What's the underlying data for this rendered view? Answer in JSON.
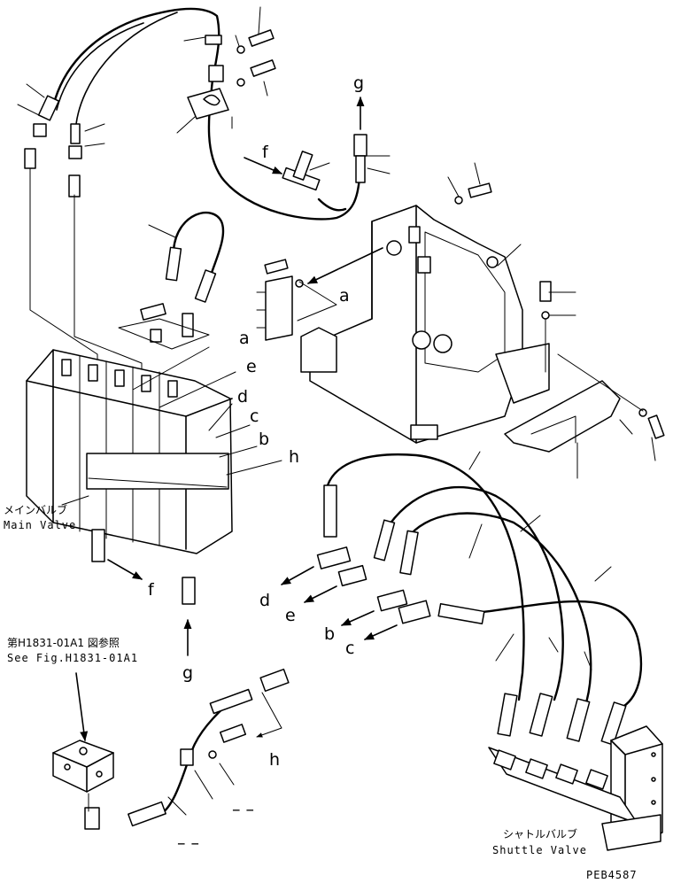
{
  "captions": {
    "main_valve_jp": "メインバルブ",
    "main_valve_en": "Main Valve",
    "see_fig_jp": "第H1831-01A1 図参照",
    "see_fig_en": "See Fig.H1831-01A1",
    "shuttle_valve_jp": "シャトルバルブ",
    "shuttle_valve_en": "Shuttle Valve",
    "drawing_number": "PEB4587"
  },
  "letters": {
    "a": "a",
    "b": "b",
    "c": "c",
    "d": "d",
    "e": "e",
    "f": "f",
    "g": "g",
    "h": "h"
  },
  "dashes": "– –"
}
